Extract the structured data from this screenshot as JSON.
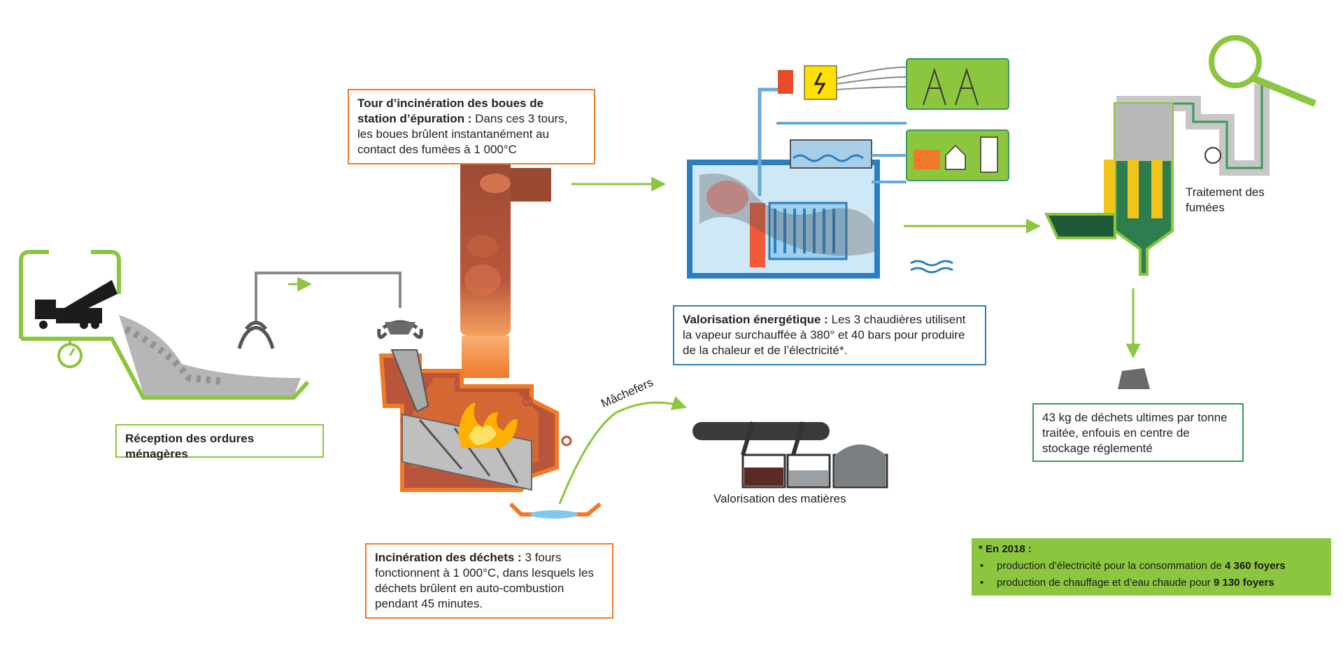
{
  "reception": {
    "label": "Réception des ordures ménagères"
  },
  "tower": {
    "title": "Tour d’incinération des boues de station d’épuration :",
    "text": "Dans ces 3 tours, les boues brûlent instantanément au contact des fumées à 1 000°C"
  },
  "incineration": {
    "title": "Incinération des déchets :",
    "text": "3 fours fonctionnent à 1 000°C, dans lesquels les déchets brûlent en auto-combustion pendant 45 minutes."
  },
  "machefers": {
    "label": "Mâchefers"
  },
  "materials": {
    "label": "Valorisation des matières"
  },
  "energy": {
    "title": "Valorisation énergétique :",
    "text": "Les 3 chaudières utilisent la vapeur surchauffée à 380° et 40 bars pour produire de la chaleur et de l’électricité*."
  },
  "smoke": {
    "label": "Traitement des fumées"
  },
  "residue": {
    "text": "43 kg de déchets ultimes par tonne traitée, enfouis en centre de stockage réglementé"
  },
  "note": {
    "title": "* En 2018 :",
    "items": [
      {
        "text": "production d’électricité pour la consommation de ",
        "value": "4 360 foyers"
      },
      {
        "text": "production de chauffage et d’eau chaude pour ",
        "value": "9 130 foyers"
      }
    ]
  },
  "colors": {
    "green": "#8cc63f",
    "orange": "#f07a2a",
    "blue": "#2a7fc1",
    "fire": "#b5543a"
  }
}
